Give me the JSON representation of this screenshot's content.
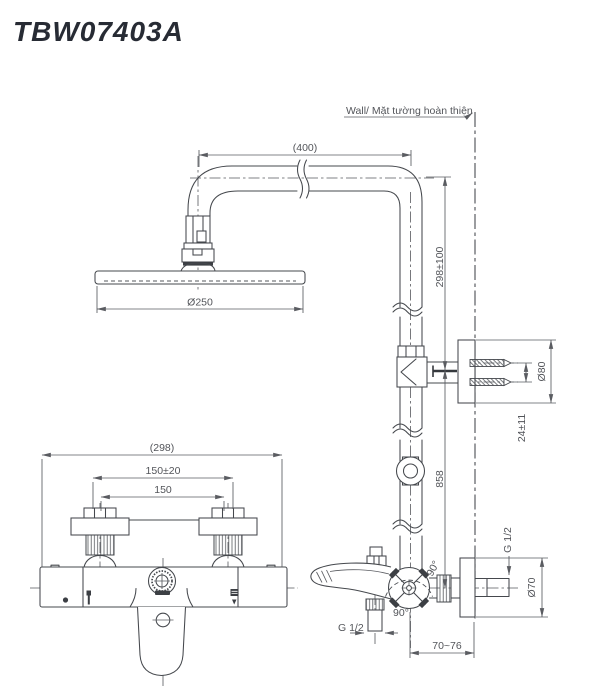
{
  "title": "TBW07403A",
  "drawing": {
    "wall_label": "Wall/ Mặt tường hoàn thiện",
    "side_view": {
      "arm_length": "(400)",
      "head_diameter": "Ø250",
      "arm_height_above_bracket": "298±100",
      "bracket_diameter": "Ø80",
      "bracket_screw_spacing": "24±11",
      "riser_height": "858",
      "wall_supply_thread": "G 1/2",
      "valve_flange_diameter": "Ø70",
      "valve_center_to_wall": "70~76",
      "handle_angle_lower": "90°",
      "handle_angle_upper": "90°",
      "handshower_outlet_thread": "G 1/2"
    },
    "front_view": {
      "body_width": "(298)",
      "supply_spacing_tolerance": "150±20",
      "supply_spacing": "150"
    },
    "colors": {
      "object_line": "#45484d",
      "dimension_line": "#5a5c61",
      "text": "#53555a",
      "title": "#272b34",
      "background": "#ffffff"
    }
  }
}
